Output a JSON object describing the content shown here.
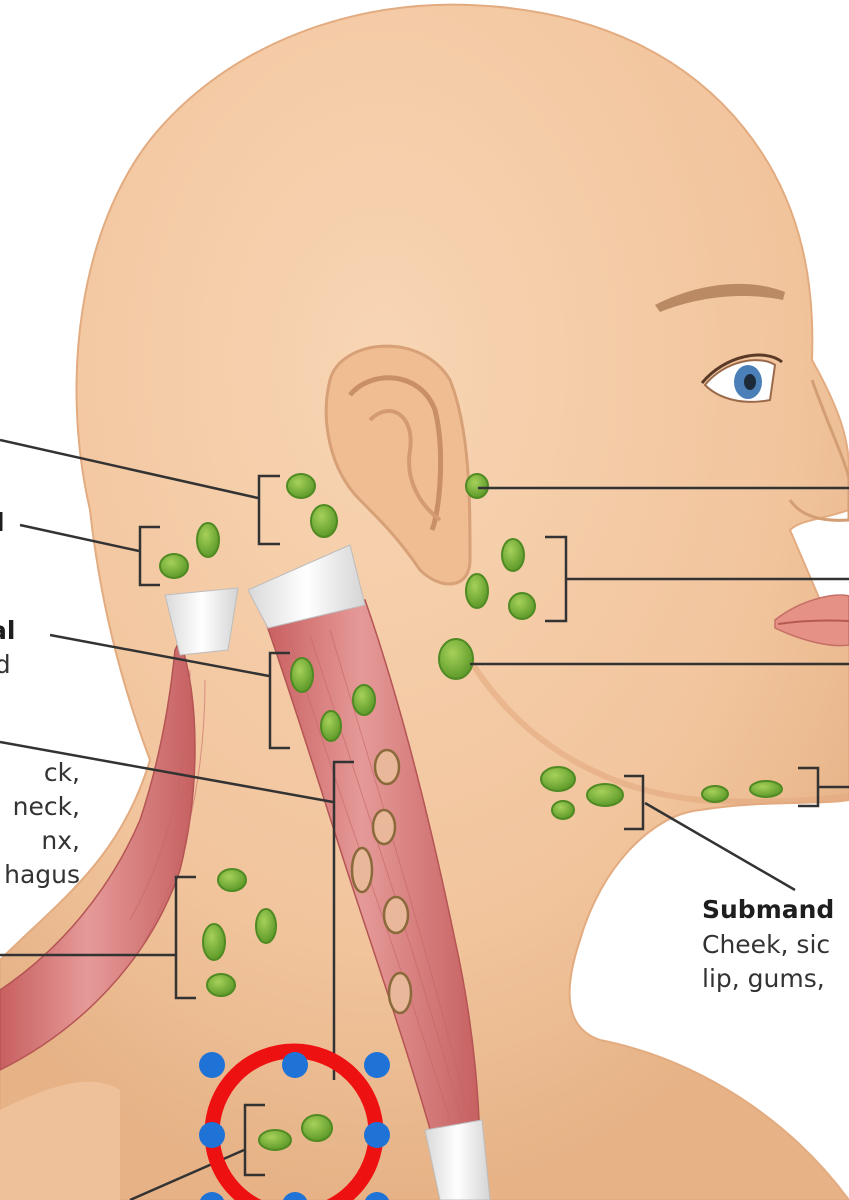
{
  "labels": {
    "occipital_fragment": "l",
    "postauricular_title_fragment": "al",
    "postauricular_desc_fragment": "tid",
    "deep_cervical_desc_lines": [
      "ck,",
      "neck,",
      "nx,",
      "hagus"
    ],
    "submandibular_title_fragment": "Submand",
    "submandibular_desc_lines": [
      "Cheek, sic",
      "lip, gums,"
    ]
  },
  "colors": {
    "skin": "#f4c9a4",
    "skin_shadow": "#e8b48a",
    "muscle": "#dc7f7f",
    "tendon": "#f2f2f2",
    "lymph_node": "#7fb53c",
    "lymph_node_dark": "#4f8a22",
    "selection_circle": "#ee1111",
    "selection_handle": "#1f73d6",
    "leader_line": "#333333"
  },
  "icons": {
    "selection_handles": "blue-dot-handle"
  }
}
